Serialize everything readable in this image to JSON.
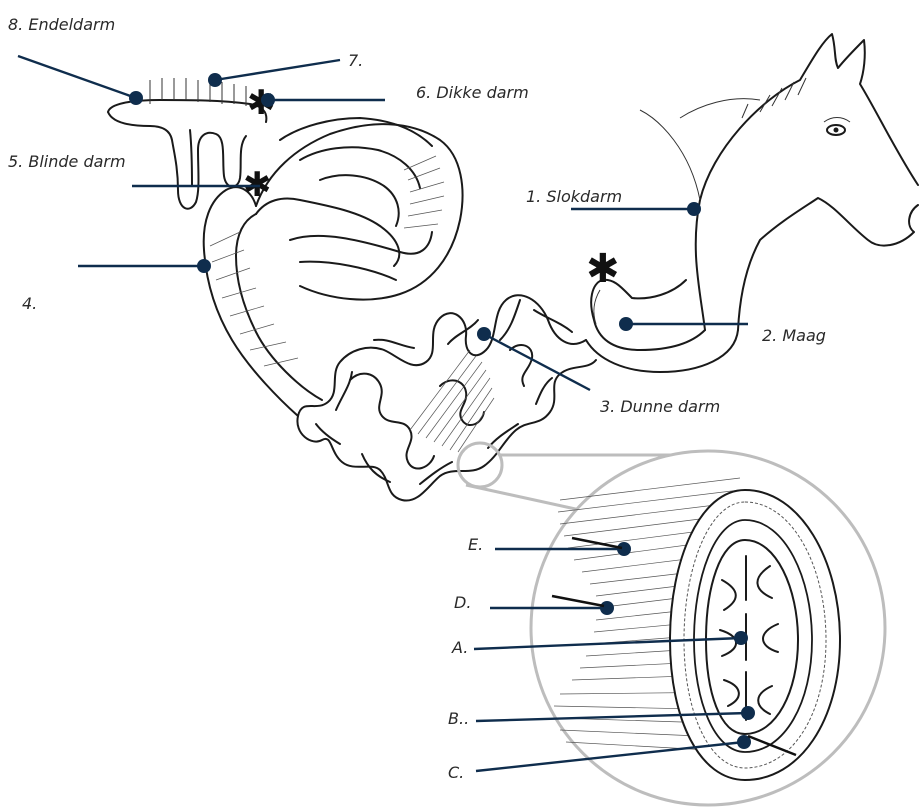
{
  "labels": {
    "endeldarm": "8. Endeldarm",
    "seven": "7.",
    "dikke_darm": "6. Dikke darm",
    "blinde_darm": "5. Blinde darm",
    "four": "4.",
    "slokdarm": "1. Slokdarm",
    "maag": "2. Maag",
    "dunne_darm": "3. Dunne darm",
    "e": "E.",
    "d": "D.",
    "a": "A.",
    "b": "B..",
    "c": "C."
  },
  "marker_symbol": "✱",
  "colors": {
    "leader": "#0f2d4d",
    "ink": "#1a1a1a",
    "magnifier": "#bdbdbd",
    "text": "#2a2a2a"
  }
}
